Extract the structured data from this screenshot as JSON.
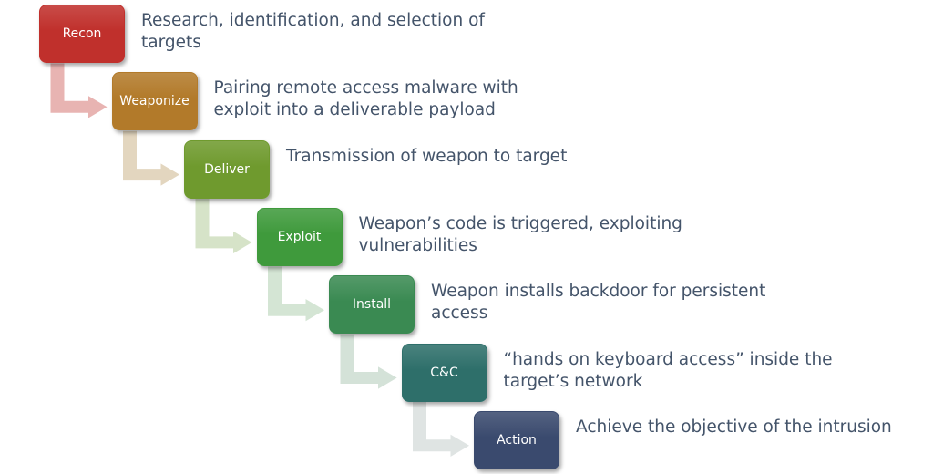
{
  "steps": [
    {
      "label": "Recon",
      "description": "Research, identification, and selection of targets",
      "color": "#c0302c"
    },
    {
      "label": "Weaponize",
      "description": "Pairing remote access malware with exploit into a deliverable payload",
      "color": "#b27a2a"
    },
    {
      "label": "Deliver",
      "description": "Transmission of weapon to target",
      "color": "#6f9a2e"
    },
    {
      "label": "Exploit",
      "description": "Weapon’s code is triggered, exploiting vulnerabilities",
      "color": "#3f9a3c"
    },
    {
      "label": "Install",
      "description": "Weapon installs backdoor for persistent access",
      "color": "#3a8a52"
    },
    {
      "label": "C&C",
      "description": "“hands on keyboard access” inside the target’s network",
      "color": "#2e6f6a"
    },
    {
      "label": "Action",
      "description": "Achieve the objective of the intrusion",
      "color": "#3a4a6e"
    }
  ],
  "arrow_colors": [
    "#e8b4b2",
    "#e3d6bf",
    "#d6e3c8",
    "#d4e5d4",
    "#d4e2d8",
    "#dfe4e3"
  ]
}
